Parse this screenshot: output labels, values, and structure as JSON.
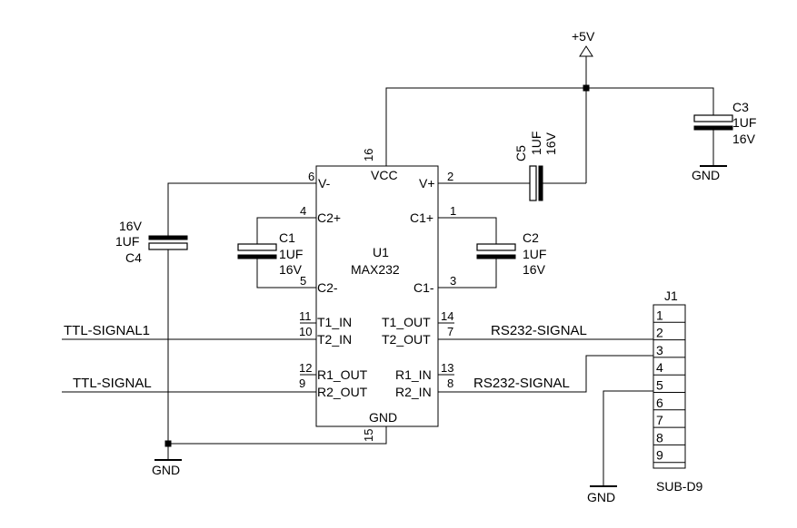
{
  "ic": {
    "ref": "U1",
    "part": "MAX232",
    "pins": {
      "vcc": "VCC",
      "vcc_num": "16",
      "vminus": "V-",
      "vminus_num": "6",
      "vplus": "V+",
      "vplus_num": "2",
      "c2p": "C2+",
      "c2p_num": "4",
      "c2m": "C2-",
      "c2m_num": "5",
      "c1p": "C1+",
      "c1p_num": "1",
      "c1m": "C1-",
      "c1m_num": "3",
      "t1in": "T1_IN",
      "t1in_num": "11",
      "t2in": "T2_IN",
      "t2in_num": "10",
      "t1out": "T1_OUT",
      "t1out_num": "14",
      "t2out": "T2_OUT",
      "t2out_num": "7",
      "r1out": "R1_OUT",
      "r1out_num": "12",
      "r2out": "R2_OUT",
      "r2out_num": "9",
      "r1in": "R1_IN",
      "r1in_num": "13",
      "r2in": "R2_IN",
      "r2in_num": "8",
      "gnd": "GND",
      "gnd_num": "15"
    }
  },
  "caps": {
    "c1": {
      "ref": "C1",
      "value": "1UF",
      "voltage": "16V"
    },
    "c2": {
      "ref": "C2",
      "value": "1UF",
      "voltage": "16V"
    },
    "c3": {
      "ref": "C3",
      "value": "1UF",
      "voltage": "16V"
    },
    "c4": {
      "ref": "C4",
      "value": "1UF",
      "voltage": "16V"
    },
    "c5": {
      "ref": "C5",
      "value": "1UF",
      "voltage": "16V"
    }
  },
  "power": {
    "vcc_label": "+5V",
    "gnd_label": "GND"
  },
  "nets": {
    "ttl1": "TTL-SIGNAL1",
    "ttl2": "TTL-SIGNAL",
    "rs1": "RS232-SIGNAL",
    "rs2": "RS232-SIGNAL"
  },
  "connector": {
    "ref": "J1",
    "part": "SUB-D9",
    "pins": [
      "1",
      "2",
      "3",
      "4",
      "5",
      "6",
      "7",
      "8",
      "9"
    ]
  }
}
